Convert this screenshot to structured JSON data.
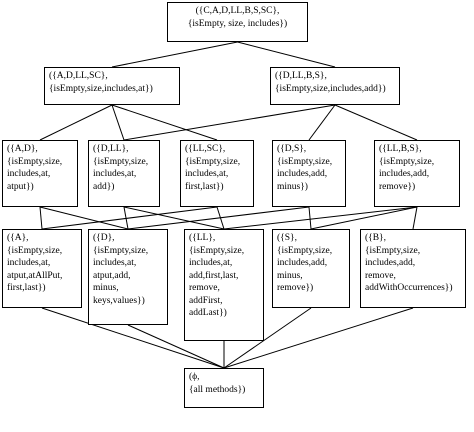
{
  "nodes": {
    "top": {
      "lines": [
        "({C,A,D,LL,B,S,SC},",
        "{isEmpty, size, includes})"
      ]
    },
    "l1a": {
      "lines": [
        "({A,D,LL,SC},",
        "{isEmpty,size,includes,at})"
      ]
    },
    "l1b": {
      "lines": [
        "({D,LL,B,S},",
        "{isEmpty,size,includes,add})"
      ]
    },
    "l2a": {
      "lines": [
        "({A,D},",
        "{isEmpty,size,",
        "includes,at,",
        "atput})"
      ]
    },
    "l2b": {
      "lines": [
        "({D,LL},",
        "{isEmpty,size,",
        "includes,at,",
        "add})"
      ]
    },
    "l2c": {
      "lines": [
        "({LL,SC},",
        "{isEmpty,size,",
        "includes,at,",
        "first,last})"
      ]
    },
    "l2d": {
      "lines": [
        "({D,S},",
        "{isEmpty,size,",
        "includes,add,",
        "minus})"
      ]
    },
    "l2e": {
      "lines": [
        "({LL,B,S},",
        "{isEmpty,size,",
        "includes,add,",
        "remove})"
      ]
    },
    "l3a": {
      "lines": [
        "({A},",
        "{isEmpty,size,",
        "includes,at,",
        "atput,atAllPut,",
        "first,last})"
      ]
    },
    "l3b": {
      "lines": [
        "({D},",
        "{isEmpty,size,",
        "includes,at,",
        "atput,add,",
        "minus,",
        "keys,values})"
      ]
    },
    "l3c": {
      "lines": [
        "({LL},",
        "{isEmpty,size,",
        "includes,at,",
        "add,first,last,",
        "remove,",
        "addFirst,",
        "addLast})"
      ]
    },
    "l3d": {
      "lines": [
        "({S},",
        "{isEmpty,size,",
        "includes,add,",
        "minus,",
        "remove})"
      ]
    },
    "l3e": {
      "lines": [
        "({B},",
        "{isEmpty,size,",
        "includes,add,",
        "remove,",
        "addWithOccurrences})"
      ]
    },
    "bottom": {
      "lines": [
        "(ϕ,",
        "{all methods})"
      ]
    }
  },
  "edges": [
    [
      "top",
      "l1a"
    ],
    [
      "top",
      "l1b"
    ],
    [
      "l1a",
      "l2a"
    ],
    [
      "l1a",
      "l2b"
    ],
    [
      "l1a",
      "l2c"
    ],
    [
      "l1b",
      "l2b"
    ],
    [
      "l1b",
      "l2d"
    ],
    [
      "l1b",
      "l2e"
    ],
    [
      "l2a",
      "l3a"
    ],
    [
      "l2a",
      "l3b"
    ],
    [
      "l2b",
      "l3b"
    ],
    [
      "l2b",
      "l3c"
    ],
    [
      "l2c",
      "l3a"
    ],
    [
      "l2c",
      "l3c"
    ],
    [
      "l2d",
      "l3b"
    ],
    [
      "l2d",
      "l3d"
    ],
    [
      "l2e",
      "l3c"
    ],
    [
      "l2e",
      "l3d"
    ],
    [
      "l2e",
      "l3e"
    ],
    [
      "l3a",
      "bottom"
    ],
    [
      "l3b",
      "bottom"
    ],
    [
      "l3c",
      "bottom"
    ],
    [
      "l3d",
      "bottom"
    ],
    [
      "l3e",
      "bottom"
    ]
  ],
  "colors": {
    "line": "#000000",
    "box_border": "#000000",
    "text": "#000000"
  }
}
